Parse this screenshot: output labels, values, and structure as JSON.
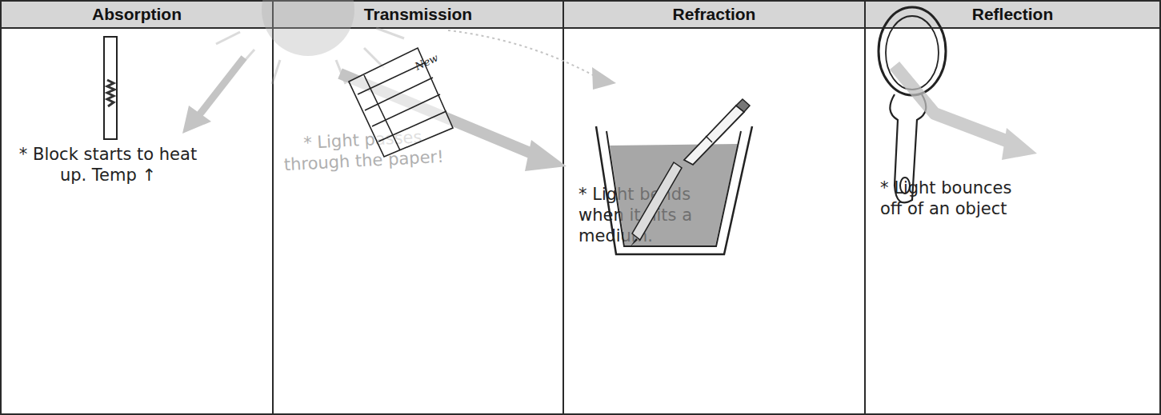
{
  "diagram": {
    "nodes": [
      {
        "text": [
          "Absorption",
          "* Block starts to heat up. Temp ↑"
        ]
      },
      {
        "text": [
          "Transmission",
          "* Light passes through the paper!"
        ]
      },
      {
        "text": [
          "Refraction",
          "* Light bends when it hits a medium."
        ]
      },
      {
        "text": [
          "Reflection",
          "* Light bounces off of an object"
        ]
      }
    ],
    "labels": [
      "New"
    ]
  }
}
